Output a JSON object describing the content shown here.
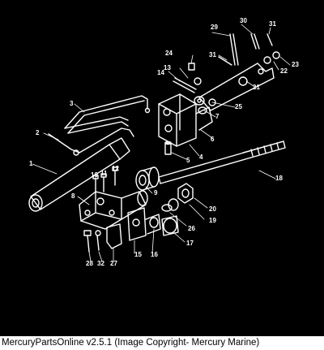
{
  "caption": "MercuryPartsOnline v2.5.1 (Image Copyright- Mercury Marine)",
  "colors": {
    "background": "#000000",
    "line": "#ffffff",
    "caption_bg": "#ffffff",
    "caption_text": "#000000"
  },
  "diagram": {
    "part_labels": [
      "1",
      "2",
      "3",
      "4",
      "5",
      "6",
      "7",
      "8",
      "9",
      "10",
      "11",
      "12",
      "13",
      "14",
      "15",
      "16",
      "17",
      "18",
      "19",
      "20",
      "21",
      "22",
      "23",
      "24",
      "25",
      "26",
      "27",
      "28",
      "29",
      "30",
      "31",
      "31",
      "32"
    ]
  }
}
